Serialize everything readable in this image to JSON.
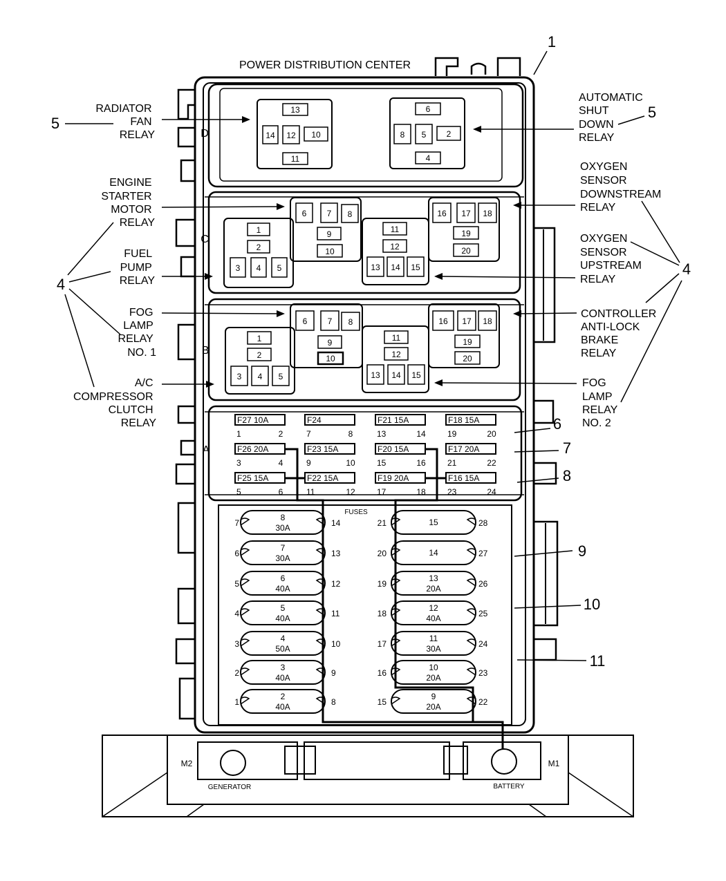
{
  "title": "POWER DISTRIBUTION CENTER",
  "callouts": {
    "c1": "1",
    "c5_left": "5",
    "c5_right": "5",
    "c4_left": "4",
    "c4_right": "4",
    "c6": "6",
    "c7": "7",
    "c8": "8",
    "c9": "9",
    "c10": "10",
    "c11": "11"
  },
  "left_labels": {
    "radiator": [
      "RADIATOR",
      "FAN",
      "RELAY"
    ],
    "starter": [
      "ENGINE",
      "STARTER",
      "MOTOR",
      "RELAY"
    ],
    "fuel": [
      "FUEL",
      "PUMP",
      "RELAY"
    ],
    "fog1": [
      "FOG",
      "LAMP",
      "RELAY",
      "NO. 1"
    ],
    "ac": [
      "A/C",
      "COMPRESSOR",
      "CLUTCH",
      "RELAY"
    ]
  },
  "right_labels": {
    "asd": [
      "AUTOMATIC",
      "SHUT",
      "DOWN",
      "RELAY"
    ],
    "o2down": [
      "OXYGEN",
      "SENSOR",
      "DOWNSTREAM",
      "RELAY"
    ],
    "o2up": [
      "OXYGEN",
      "SENSOR",
      "UPSTREAM",
      "RELAY"
    ],
    "abs": [
      "CONTROLLER",
      "ANTI-LOCK",
      "BRAKE",
      "RELAY"
    ],
    "fog2": [
      "FOG",
      "LAMP",
      "RELAY",
      "NO. 2"
    ]
  },
  "rows": {
    "a": "A",
    "b": "B",
    "c": "C",
    "d": "D"
  },
  "relay_d_left": {
    "top": "13",
    "left": "14",
    "center": "12",
    "right": "10",
    "bottom": "11"
  },
  "relay_d_right": {
    "top": "6",
    "left": "8",
    "center": "5",
    "right": "2",
    "bottom": "4"
  },
  "relay_groups": {
    "g1": [
      "1",
      "2",
      "3",
      "4",
      "5"
    ],
    "g2": [
      "6",
      "7",
      "8",
      "9",
      "10"
    ],
    "g3": [
      "11",
      "12",
      "13",
      "14",
      "15"
    ],
    "g4": [
      "16",
      "17",
      "18",
      "19",
      "20"
    ]
  },
  "minifuses": [
    {
      "label": "F27 10A",
      "a": "1",
      "b": "2"
    },
    {
      "label": "F24",
      "a": "7",
      "b": "8"
    },
    {
      "label": "F21 15A",
      "a": "13",
      "b": "14"
    },
    {
      "label": "F18 15A",
      "a": "19",
      "b": "20"
    },
    {
      "label": "F26 20A",
      "a": "3",
      "b": "4"
    },
    {
      "label": "F23 15A",
      "a": "9",
      "b": "10"
    },
    {
      "label": "F20 15A",
      "a": "15",
      "b": "16"
    },
    {
      "label": "F17 20A",
      "a": "21",
      "b": "22"
    },
    {
      "label": "F25 15A",
      "a": "5",
      "b": "6"
    },
    {
      "label": "F22 15A",
      "a": "11",
      "b": "12"
    },
    {
      "label": "F19 20A",
      "a": "17",
      "b": "18"
    },
    {
      "label": "F16 15A",
      "a": "23",
      "b": "24"
    }
  ],
  "fuses_label": "FUSES",
  "maxifuses_left": [
    {
      "num": "8",
      "amp": "30A",
      "l": "7",
      "r": "14"
    },
    {
      "num": "7",
      "amp": "30A",
      "l": "6",
      "r": "13"
    },
    {
      "num": "6",
      "amp": "40A",
      "l": "5",
      "r": "12"
    },
    {
      "num": "5",
      "amp": "40A",
      "l": "4",
      "r": "11"
    },
    {
      "num": "4",
      "amp": "50A",
      "l": "3",
      "r": "10"
    },
    {
      "num": "3",
      "amp": "40A",
      "l": "2",
      "r": "9"
    },
    {
      "num": "2",
      "amp": "40A",
      "l": "1",
      "r": "8"
    }
  ],
  "maxifuses_right": [
    {
      "num": "15",
      "amp": "",
      "l": "21",
      "r": "28"
    },
    {
      "num": "14",
      "amp": "",
      "l": "20",
      "r": "27"
    },
    {
      "num": "13",
      "amp": "20A",
      "l": "19",
      "r": "26"
    },
    {
      "num": "12",
      "amp": "40A",
      "l": "18",
      "r": "25"
    },
    {
      "num": "11",
      "amp": "30A",
      "l": "17",
      "r": "24"
    },
    {
      "num": "10",
      "amp": "20A",
      "l": "16",
      "r": "23"
    },
    {
      "num": "9",
      "amp": "20A",
      "l": "15",
      "r": "22"
    }
  ],
  "base": {
    "m2": "M2",
    "m1": "M1",
    "generator": "GENERATOR",
    "battery": "BATTERY"
  }
}
